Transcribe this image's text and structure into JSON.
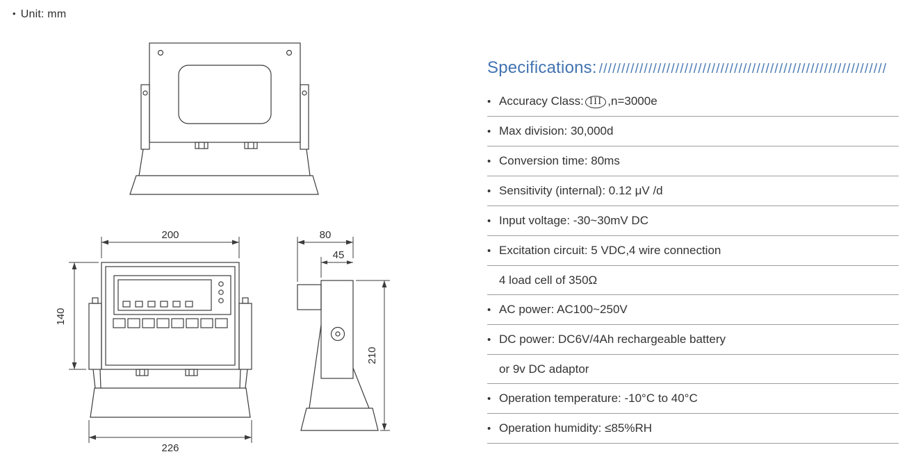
{
  "page": {
    "unit_note": {
      "bullet": "•",
      "text": "Unit: mm"
    }
  },
  "drawings": {
    "dimensions": {
      "front_width": "200",
      "front_height": "140",
      "base_width": "226",
      "side_total_depth": "80",
      "side_body_depth": "45",
      "side_height": "210"
    }
  },
  "specifications": {
    "title": "Specifications:",
    "slashes": "////////////////////////////////////////////////////////////////",
    "rows": [
      {
        "bullet": "•",
        "prefix": "Accuracy Class:",
        "badge": "III",
        "suffix": ",n=3000e"
      },
      {
        "bullet": "•",
        "text": "Max division: 30,000d"
      },
      {
        "bullet": "•",
        "text": "Conversion time: 80ms"
      },
      {
        "bullet": "•",
        "text": "Sensitivity (internal): 0.12 μV /d"
      },
      {
        "bullet": "•",
        "text": "Input voltage: -30~30mV DC"
      },
      {
        "bullet": "•",
        "text": "Excitation circuit: 5 VDC,4 wire connection"
      },
      {
        "bullet": "",
        "text": "4 load cell of 350Ω"
      },
      {
        "bullet": "•",
        "text": "AC power: AC100~250V"
      },
      {
        "bullet": "•",
        "text": "DC power: DC6V/4Ah rechargeable battery"
      },
      {
        "bullet": "",
        "text": "or 9v DC adaptor"
      },
      {
        "bullet": "•",
        "text": "Operation temperature: -10°C to 40°C"
      },
      {
        "bullet": "•",
        "text": "Operation humidity: ≤85%RH"
      }
    ]
  }
}
